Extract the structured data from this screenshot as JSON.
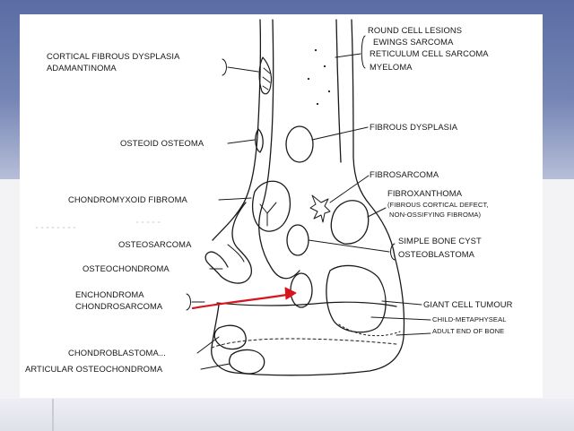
{
  "labels": {
    "cortical_fibrous_dysplasia": "CORTICAL FIBROUS DYSPLASIA",
    "adamantinoma": "ADAMANTINOMA",
    "osteoid_osteoma": "OSTEOID OSTEOMA",
    "chondromyxoid_fibroma": "CHONDROMYXOID FIBROMA",
    "osteosarcoma": "OSTEOSARCOMA",
    "osteochondroma": "OSTEOCHONDROMA",
    "enchondroma": "ENCHONDROMA",
    "chondrosarcoma": "CHONDROSARCOMA",
    "chondroblastoma": "CHONDROBLASTOMA...",
    "articular_osteochondroma": "ARTICULAR OSTEOCHONDROMA",
    "round_cell_lesions": "ROUND CELL LESIONS",
    "ewings_sarcoma": "EWINGS SARCOMA",
    "reticulum_cell_sarcoma": "RETICULUM CELL SARCOMA",
    "myeloma": "MYELOMA",
    "fibrous_dysplasia": "FIBROUS DYSPLASIA",
    "fibrosarcoma": "FIBROSARCOMA",
    "fibroxanthoma": "FIBROXANTHOMA",
    "fibrous_cortical_defect": "(FIBROUS CORTICAL DEFECT,",
    "non_ossifying_fibroma": "NON-OSSIFYING FIBROMA)",
    "simple_bone_cyst": "SIMPLE BONE CYST",
    "osteoblastoma": "OSTEOBLASTOMA",
    "giant_cell_tumour": "GIANT CELL TUMOUR",
    "child_metaphyseal": "CHILD-METAPHYSEAL",
    "adult_end_of_bone": "ADULT END OF BONE"
  },
  "colors": {
    "ink": "#1a1a1a",
    "pointer_arrow": "#d8141c",
    "slide_band": "#6576ad"
  }
}
